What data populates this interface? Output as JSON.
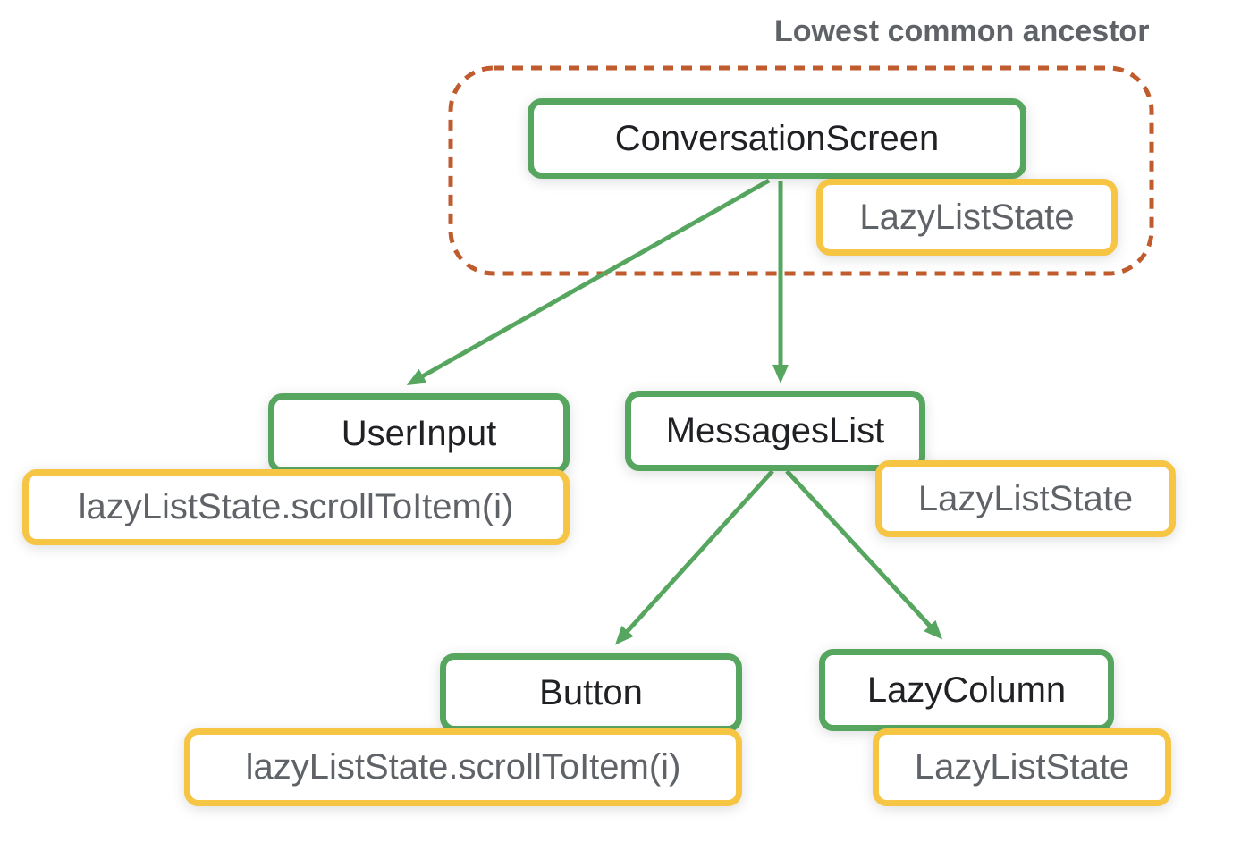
{
  "title": "Lowest common ancestor",
  "colors": {
    "component_border": "#57a65f",
    "state_border": "#f7c544",
    "ancestor_outline": "#bf5b2c",
    "component_text": "#202124",
    "state_text": "#5f6368",
    "title_text": "#5f6368"
  },
  "nodes": {
    "conversation_screen": {
      "label": "ConversationScreen",
      "state_label": "LazyListState"
    },
    "user_input": {
      "label": "UserInput",
      "event_label": "lazyListState.scrollToItem(i)"
    },
    "messages_list": {
      "label": "MessagesList",
      "state_label": "LazyListState"
    },
    "button": {
      "label": "Button",
      "event_label": "lazyListState.scrollToItem(i)"
    },
    "lazy_column": {
      "label": "LazyColumn",
      "state_label": "LazyListState"
    }
  },
  "edges": [
    {
      "from": "ConversationScreen",
      "to": "UserInput"
    },
    {
      "from": "ConversationScreen",
      "to": "MessagesList"
    },
    {
      "from": "MessagesList",
      "to": "Button"
    },
    {
      "from": "MessagesList",
      "to": "LazyColumn"
    }
  ]
}
